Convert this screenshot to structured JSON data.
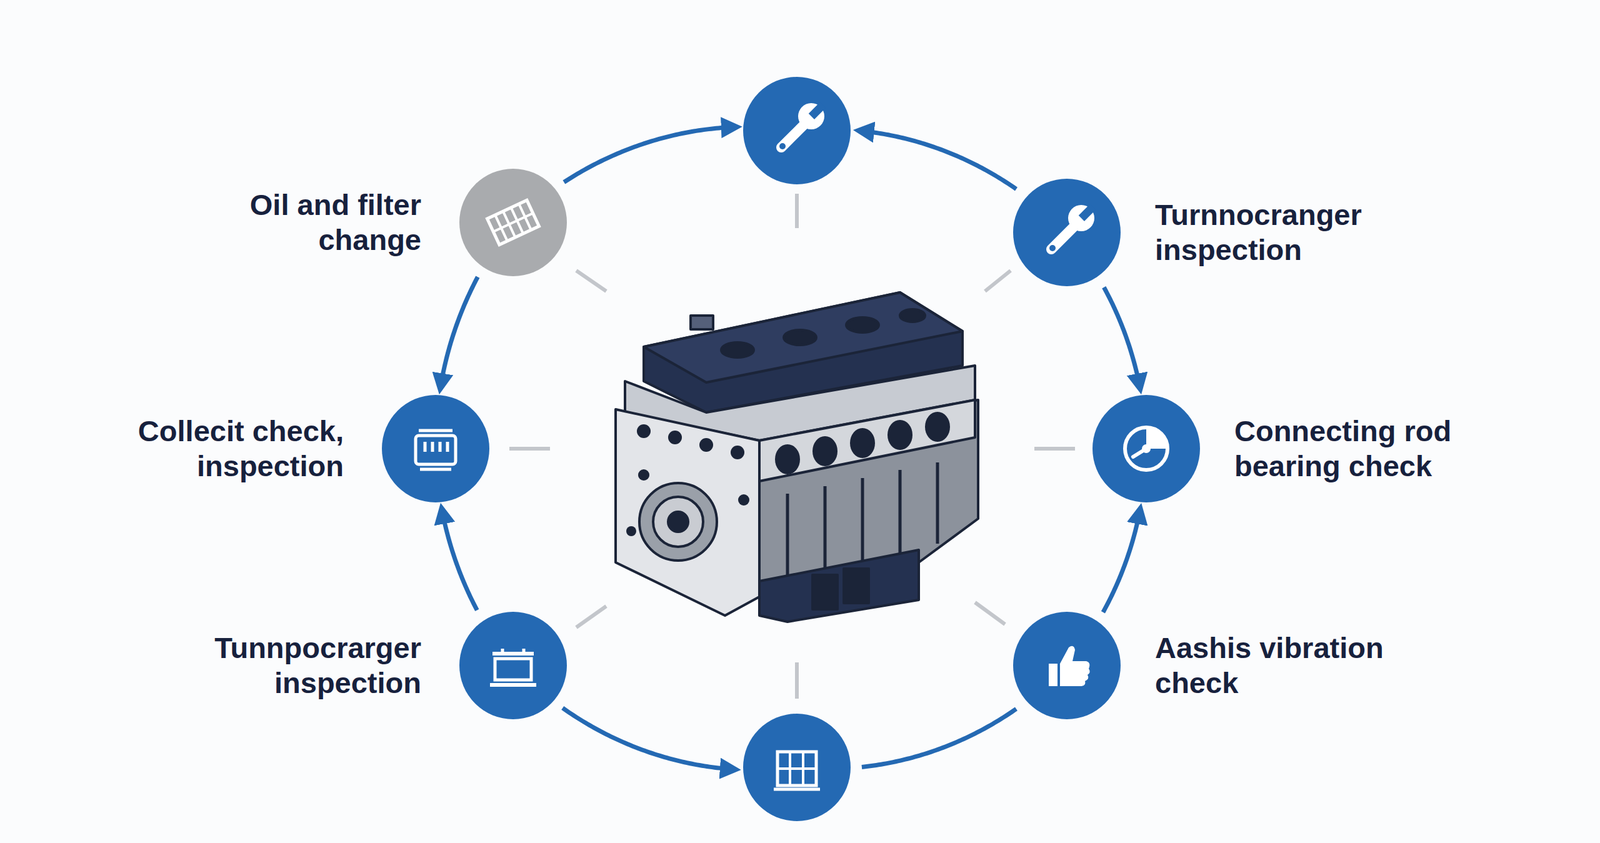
{
  "diagram": {
    "nodes": [
      {
        "text": []
      },
      {
        "text": [
          "Oil and filter change"
        ]
      },
      {
        "text": [
          "Turnnocranger inspection"
        ]
      },
      {
        "text": [
          "Collecit check, inspection"
        ]
      },
      {
        "text": [
          "Connecting rod bearing check"
        ]
      },
      {
        "text": [
          "Tunnpocrarger inspection"
        ]
      },
      {
        "text": [
          "Aashis vibration check"
        ]
      },
      {
        "text": []
      }
    ],
    "edges": [
      {
        "from": 1,
        "to": 0,
        "arrow": "to"
      },
      {
        "from": 2,
        "to": 0,
        "arrow": "to"
      },
      {
        "from": 1,
        "to": 3,
        "arrow": "to"
      },
      {
        "from": 5,
        "to": 3,
        "arrow": "to"
      },
      {
        "from": 2,
        "to": 4,
        "arrow": "to"
      },
      {
        "from": 6,
        "to": 4,
        "arrow": "to"
      },
      {
        "from": 5,
        "to": 7,
        "arrow": "to"
      },
      {
        "from": 7,
        "to": 6,
        "arrow": "none"
      }
    ]
  }
}
